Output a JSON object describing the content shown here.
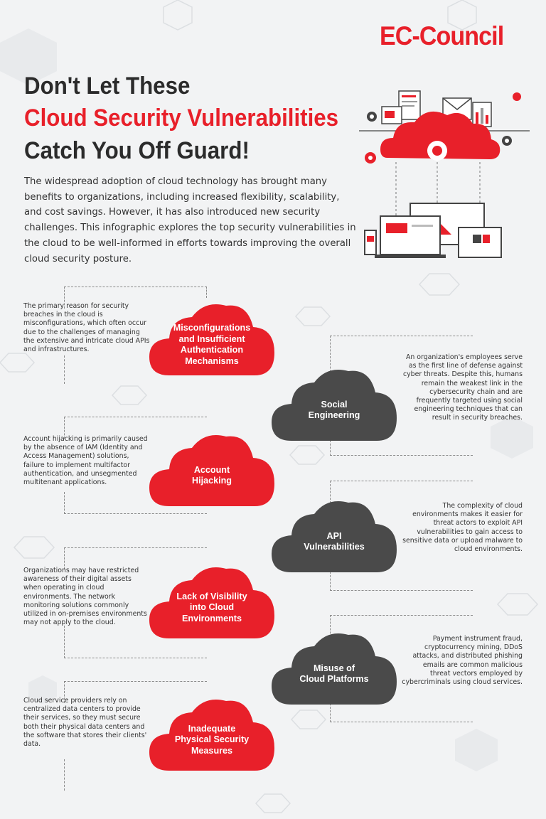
{
  "brand": "EC-Council",
  "title": {
    "line1": "Don't Let These",
    "line2": "Cloud Security Vulnerabilities",
    "line3": "Catch You Off Guard!"
  },
  "intro": "The widespread adoption of cloud technology has brought many benefits to organizations, including increased flexibility, scalability, and cost savings. However, it has also introduced new security challenges. This infographic explores the top security vulnerabilities in the cloud to be well-informed in efforts towards improving the overall cloud security posture.",
  "colors": {
    "accent": "#e8202a",
    "dark": "#4a4a4a",
    "text": "#333333",
    "background": "#f2f3f4"
  },
  "items": [
    {
      "title": "Misconfigurations and Insufficient Authentication Mechanisms",
      "color": "red",
      "description": "The primary reason for security breaches in the cloud is misconfigurations, which often occur due to the challenges of managing the extensive and intricate cloud APIs and infrastructures."
    },
    {
      "title": "Social Engineering",
      "color": "dark",
      "description": "An organization's employees serve as the first line of defense against cyber threats. Despite this, humans remain the weakest link in the cybersecurity chain and are frequently targeted using social engineering techniques that can result in security breaches."
    },
    {
      "title": "Account Hijacking",
      "color": "red",
      "description": "Account hijacking is primarily caused by the absence of IAM (Identity and Access Management) solutions, failure to implement multifactor authentication, and unsegmented multitenant applications."
    },
    {
      "title": "API Vulnerabilities",
      "color": "dark",
      "description": "The complexity of cloud environments makes it easier for threat actors to exploit API vulnerabilities to gain access to sensitive data or upload malware to cloud environments."
    },
    {
      "title": "Lack of Visibility into Cloud Environments",
      "color": "red",
      "description": "Organizations may have restricted awareness of their digital assets when operating in cloud environments. The network monitoring solutions commonly utilized in on-premises environments may not apply to the cloud."
    },
    {
      "title": "Misuse of Cloud Platforms",
      "color": "dark",
      "description": "Payment instrument fraud, cryptocurrency mining, DDoS attacks, and distributed phishing emails are common malicious threat vectors employed by cybercriminals using cloud services."
    },
    {
      "title": "Inadequate Physical Security Measures",
      "color": "red",
      "description": "Cloud service providers rely on centralized data centers to provide their services, so they must secure both their physical data centers and the software that stores their clients' data."
    }
  ]
}
